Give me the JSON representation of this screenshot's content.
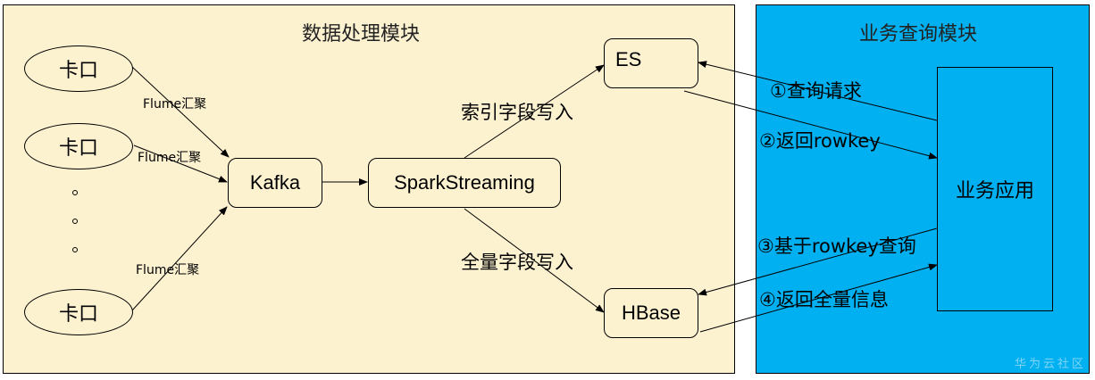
{
  "panels": {
    "processing_title": "数据处理模块",
    "query_title": "业务查询模块"
  },
  "nodes": {
    "checkpoint_1": "卡口",
    "checkpoint_2": "卡口",
    "checkpoint_3": "卡口",
    "kafka": "Kafka",
    "spark": "SparkStreaming",
    "es": "ES",
    "hbase": "HBase",
    "app": "业务应用"
  },
  "edge_labels": {
    "flume_1": "Flume汇聚",
    "flume_2": "Flume汇聚",
    "flume_3": "Flume汇聚",
    "index_write": "索引字段写入",
    "full_write": "全量字段写入",
    "step1": "①查询请求",
    "step2": "②返回rowkey",
    "step3": "③基于rowkey查询",
    "step4": "④返回全量信息"
  },
  "watermark": "华为云社区"
}
